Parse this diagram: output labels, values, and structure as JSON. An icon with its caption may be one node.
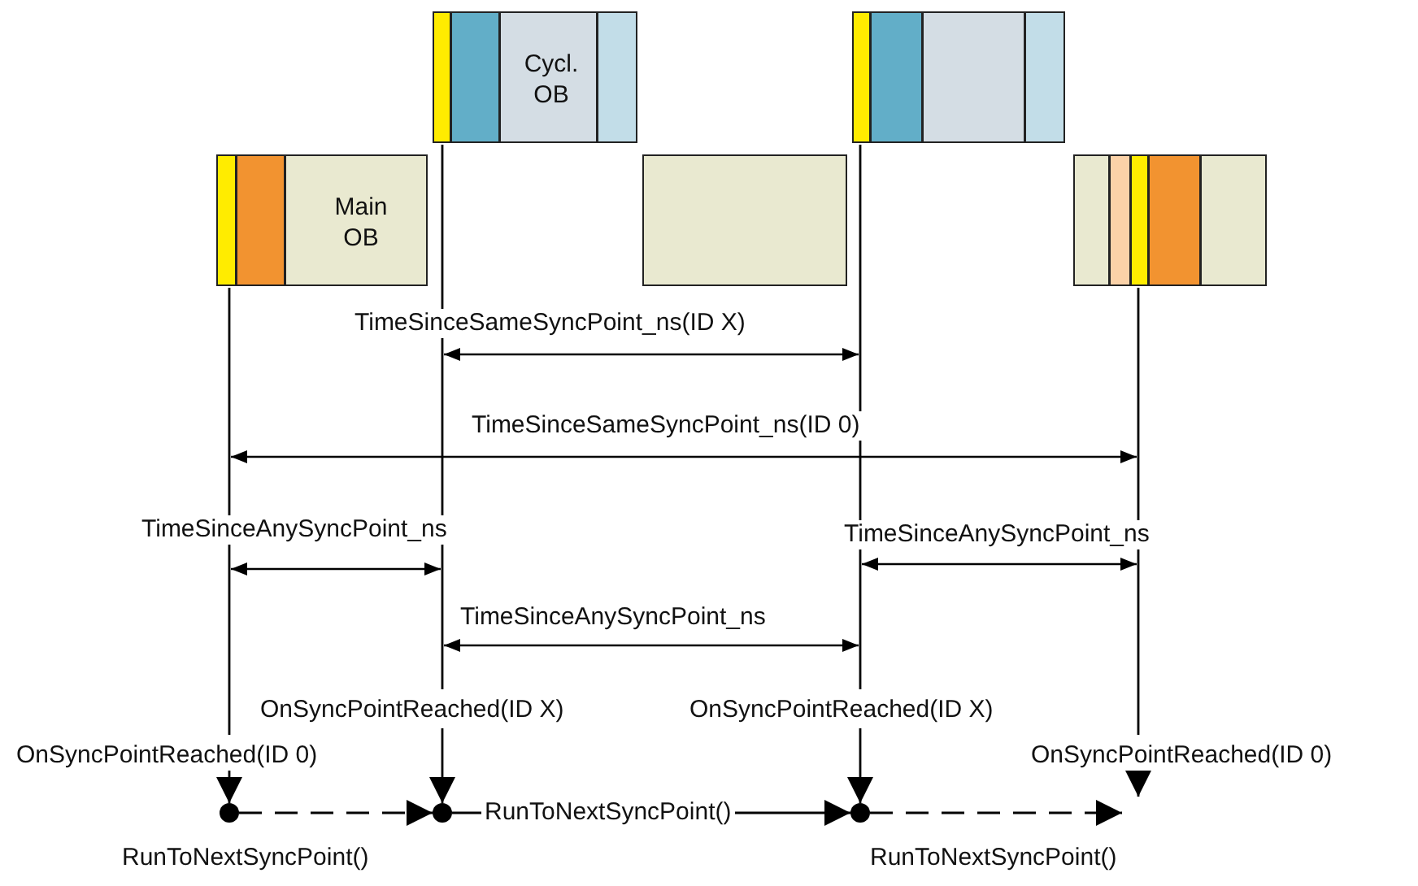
{
  "diagram": {
    "nodes": [
      {
        "text": [
          "Main OB"
        ]
      },
      {
        "text": [
          "Cycl. OB"
        ]
      },
      {
        "text": [],
        "shape": "box"
      },
      {
        "text": [],
        "shape": "box"
      },
      {
        "text": [],
        "shape": "box"
      },
      {
        "text": [],
        "shape": "circle"
      },
      {
        "text": [],
        "shape": "circle"
      },
      {
        "text": [],
        "shape": "circle"
      }
    ],
    "edges": [
      {
        "from": 0,
        "to": 5,
        "arrow": "to",
        "label": "OnSyncPointReached(ID 0)"
      },
      {
        "from": 1,
        "to": 6,
        "arrow": "to",
        "label": "OnSyncPointReached(ID X)"
      },
      {
        "from": 3,
        "to": 7,
        "arrow": "to",
        "label": "OnSyncPointReached(ID X)"
      },
      {
        "from": 4,
        "to": null,
        "arrow": "to",
        "label": "OnSyncPointReached(ID 0)"
      },
      {
        "from": 5,
        "to": 6,
        "arrow": "to",
        "style": "dashed",
        "label": "RunToNextSyncPoint()"
      },
      {
        "from": 6,
        "to": 7,
        "arrow": "to",
        "label": "RunToNextSyncPoint()"
      },
      {
        "from": 7,
        "to": null,
        "arrow": "to",
        "style": "dashed",
        "label": "RunToNextSyncPoint()"
      }
    ],
    "labels": [
      "TimeSinceSameSyncPoint_ns(ID X)",
      "TimeSinceSameSyncPoint_ns(ID 0)",
      "TimeSinceAnySyncPoint_ns",
      "TimeSinceAnySyncPoint_ns",
      "TimeSinceAnySyncPoint_ns"
    ]
  }
}
